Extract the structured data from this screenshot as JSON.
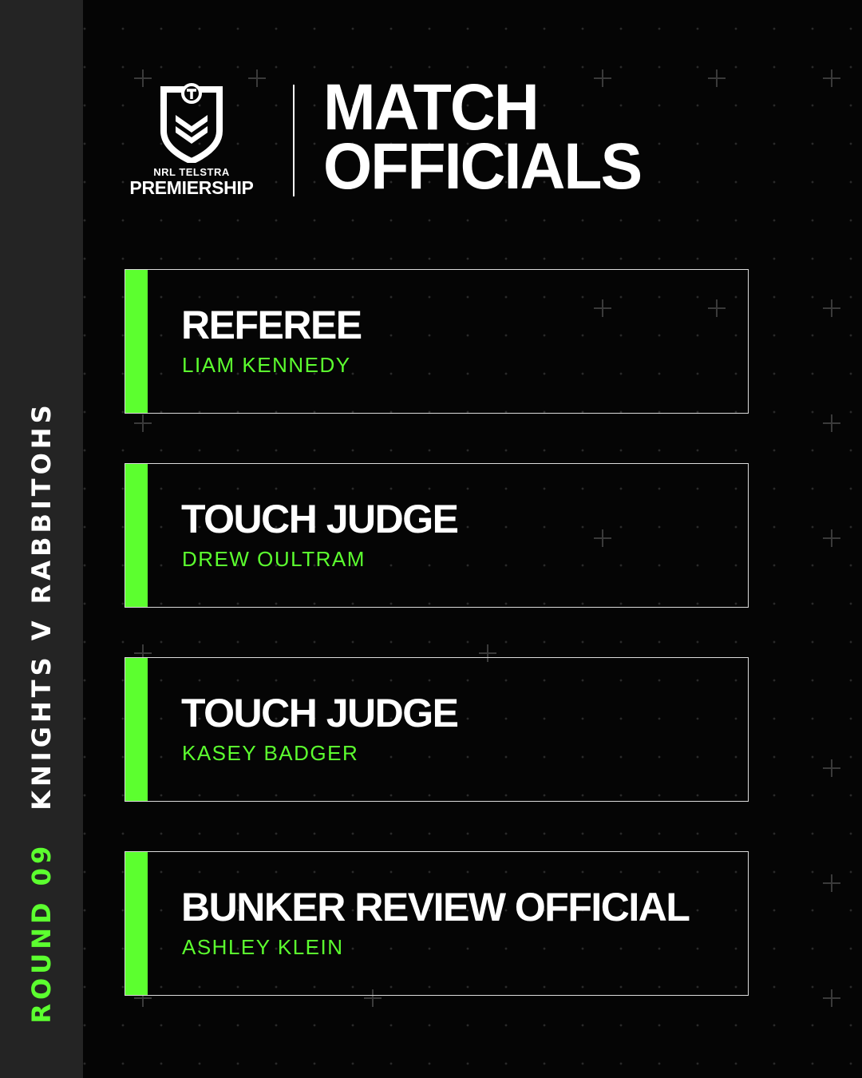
{
  "sidebar": {
    "round": "ROUND 09",
    "match": "KNIGHTS V RABBITOHS"
  },
  "logo": {
    "subtitle": "NRL TELSTRA",
    "name": "PREMIERSHIP"
  },
  "title": {
    "line1": "MATCH",
    "line2": "OFFICIALS"
  },
  "officials": [
    {
      "role": "REFEREE",
      "name": "LIAM KENNEDY"
    },
    {
      "role": "TOUCH JUDGE",
      "name": "DREW OULTRAM"
    },
    {
      "role": "TOUCH JUDGE",
      "name": "KASEY BADGER"
    },
    {
      "role": "BUNKER REVIEW OFFICIAL",
      "name": "ASHLEY KLEIN"
    }
  ],
  "colors": {
    "accent": "#5cff2f",
    "background": "#050505",
    "sidebar": "#242424",
    "text": "#ffffff"
  }
}
